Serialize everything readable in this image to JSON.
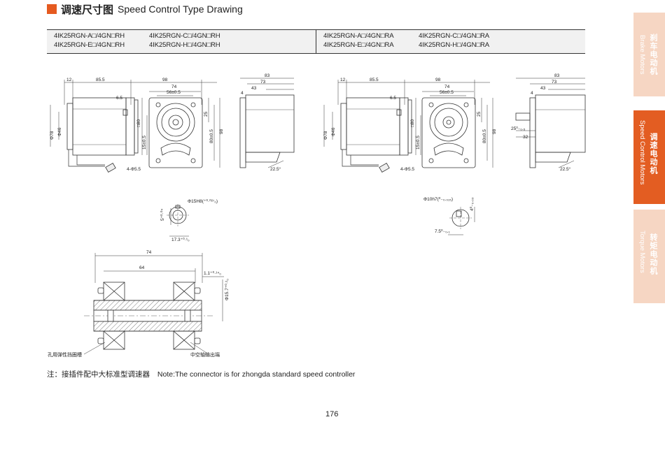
{
  "header": {
    "title_zh": "调速尺寸图",
    "title_en": "Speed Control Type Drawing",
    "accent_color": "#e55a20"
  },
  "models": {
    "left_col1": [
      "4IK25RGN-A□/4GN□RH",
      "4IK25RGN-E□/4GN□RH"
    ],
    "left_col2": [
      "4IK25RGN-C□/4GN□RH",
      "4IK25RGN-H□/4GN□RH"
    ],
    "right_col1": [
      "4IK25RGN-A□/4GN□RA",
      "4IK25RGN-E□/4GN□RA"
    ],
    "right_col2": [
      "4IK25RGN-C□/4GN□RA",
      "4IK25RGN-H□/4GN□RA"
    ]
  },
  "drawing_left": {
    "dim_12": "12",
    "dim_855": "85.5",
    "dim_98": "98",
    "dim_74": "74",
    "dim_56": "56±0.5",
    "dim_65": "6.5",
    "dim_phi78": "Φ78",
    "dim_phi46": "Φ46",
    "dim_sq80": "□80",
    "dim_15": "15±0.5",
    "dim_25": "25",
    "dim_80": "80±0.5",
    "dim_98v": "98",
    "dim_hole": "4-Φ5.5",
    "dim_83": "83",
    "dim_73": "73",
    "dim_43": "43",
    "dim_4": "4",
    "dim_225": "22.5°"
  },
  "drawing_right": {
    "dim_12": "12",
    "dim_855": "85.5",
    "dim_98": "98",
    "dim_74": "74",
    "dim_56": "56±0.5",
    "dim_65": "6.5",
    "dim_phi78": "Φ78",
    "dim_phi46": "Φ46",
    "dim_sq80": "□80",
    "dim_15": "15±0.5",
    "dim_25": "25",
    "dim_80": "80±0.5",
    "dim_98v": "98",
    "dim_hole": "4-Φ5.5",
    "dim_83": "83",
    "dim_73": "73",
    "dim_43": "43",
    "dim_4": "4",
    "dim_225": "22.5°",
    "dim_25b": "25⁰₋₀.₅",
    "dim_32": "32"
  },
  "hollow_detail": {
    "phi15": "Φ15H8(⁺⁰·⁰²⁷₀)",
    "key5": "5⁺⁰·⁰⁴",
    "dim_173": "17.3⁺⁰·¹₀"
  },
  "shaft_detail": {
    "phi10": "Φ10h7(⁰₋₀.₀₁₅)",
    "key4": "4⁰₋₀.₀₃",
    "dim_75": "7.5⁰₋₀.₁"
  },
  "section": {
    "dim_74": "74",
    "dim_64": "64",
    "dim_11": "1.1⁺⁰·¹⁴₀",
    "dim_phi157": "Φ15.7⁺⁰·¹₀",
    "label_left": "孔用弹性挡圈槽",
    "label_right": "中空轴输出端"
  },
  "note": {
    "zh": "注：接插件配中大标准型调速器",
    "en": "Note:The connector is for zhongda standard speed controller"
  },
  "page_number": "176",
  "sidebar": {
    "tabs": [
      {
        "zh": "刹车电动机",
        "en": "Brake Motors",
        "active": false
      },
      {
        "zh": "调速电动机",
        "en": "Speed Control Motors",
        "active": true
      },
      {
        "zh": "转矩电动机",
        "en": "Torque Motors",
        "active": false
      }
    ],
    "active_color": "#e35d22",
    "inactive_color": "#f6d6c3"
  }
}
